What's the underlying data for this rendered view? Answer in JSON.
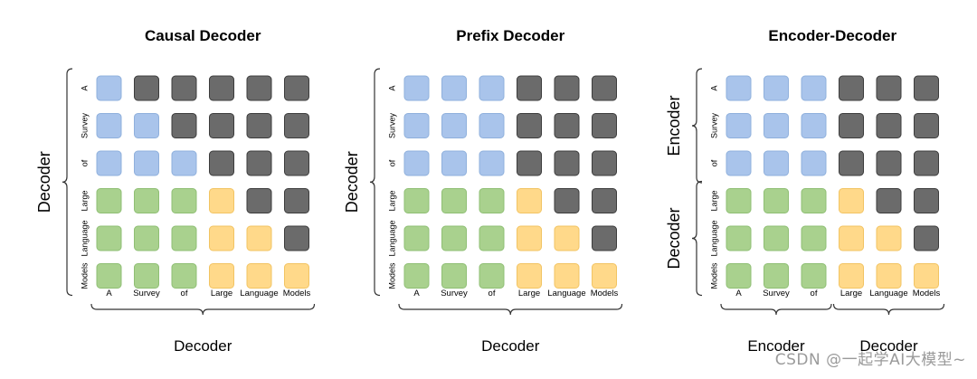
{
  "colors": {
    "encoder_cell": "#a9c4eb",
    "decoder_cell": "#a9d18e",
    "output_cell": "#ffd98a",
    "masked_cell": "#6b6b6b",
    "bracket": "#333333",
    "text": "#000000"
  },
  "tokens": [
    "A",
    "Survey",
    "of",
    "Large",
    "Language",
    "Models"
  ],
  "panels": [
    {
      "id": "causal",
      "title": "Causal Decoder",
      "row_labels": [
        {
          "text": "Decoder",
          "rows": [
            0,
            5
          ]
        }
      ],
      "col_labels": [
        {
          "text": "Decoder",
          "cols": [
            0,
            5
          ]
        }
      ],
      "matrix": [
        [
          "b",
          "k",
          "k",
          "k",
          "k",
          "k"
        ],
        [
          "b",
          "b",
          "k",
          "k",
          "k",
          "k"
        ],
        [
          "b",
          "b",
          "b",
          "k",
          "k",
          "k"
        ],
        [
          "g",
          "g",
          "g",
          "y",
          "k",
          "k"
        ],
        [
          "g",
          "g",
          "g",
          "y",
          "y",
          "k"
        ],
        [
          "g",
          "g",
          "g",
          "y",
          "y",
          "y"
        ]
      ]
    },
    {
      "id": "prefix",
      "title": "Prefix Decoder",
      "row_labels": [
        {
          "text": "Decoder",
          "rows": [
            0,
            5
          ]
        }
      ],
      "col_labels": [
        {
          "text": "Decoder",
          "cols": [
            0,
            5
          ]
        }
      ],
      "matrix": [
        [
          "b",
          "b",
          "b",
          "k",
          "k",
          "k"
        ],
        [
          "b",
          "b",
          "b",
          "k",
          "k",
          "k"
        ],
        [
          "b",
          "b",
          "b",
          "k",
          "k",
          "k"
        ],
        [
          "g",
          "g",
          "g",
          "y",
          "k",
          "k"
        ],
        [
          "g",
          "g",
          "g",
          "y",
          "y",
          "k"
        ],
        [
          "g",
          "g",
          "g",
          "y",
          "y",
          "y"
        ]
      ]
    },
    {
      "id": "encdec",
      "title": "Encoder-Decoder",
      "row_labels": [
        {
          "text": "Encoder",
          "rows": [
            0,
            2
          ]
        },
        {
          "text": "Decoder",
          "rows": [
            3,
            5
          ]
        }
      ],
      "col_labels": [
        {
          "text": "Encoder",
          "cols": [
            0,
            2
          ]
        },
        {
          "text": "Decoder",
          "cols": [
            3,
            5
          ]
        }
      ],
      "matrix": [
        [
          "b",
          "b",
          "b",
          "k",
          "k",
          "k"
        ],
        [
          "b",
          "b",
          "b",
          "k",
          "k",
          "k"
        ],
        [
          "b",
          "b",
          "b",
          "k",
          "k",
          "k"
        ],
        [
          "g",
          "g",
          "g",
          "y",
          "k",
          "k"
        ],
        [
          "g",
          "g",
          "g",
          "y",
          "y",
          "k"
        ],
        [
          "g",
          "g",
          "g",
          "y",
          "y",
          "y"
        ]
      ]
    }
  ],
  "watermark": "CSDN @一起学AI大模型~"
}
